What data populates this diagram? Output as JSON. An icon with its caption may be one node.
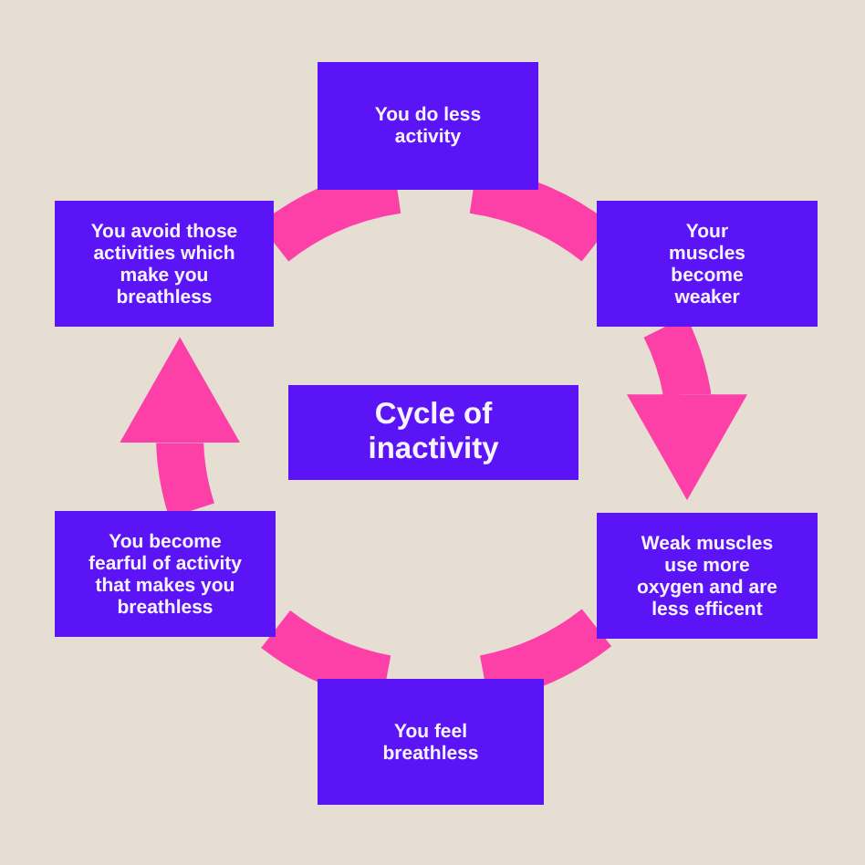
{
  "diagram": {
    "nodes": [
      {
        "text": [
          "Cycle of inactivity"
        ]
      },
      {
        "text": [
          "You do less activity"
        ]
      },
      {
        "text": [
          "Your muscles become weaker"
        ]
      },
      {
        "text": [
          "Weak muscles use more oxygen and are less efficent"
        ]
      },
      {
        "text": [
          "You feel breathless"
        ]
      },
      {
        "text": [
          "You become fearful of activity that makes you breathless"
        ]
      },
      {
        "text": [
          "You avoid those activities which make you breathless"
        ]
      }
    ],
    "edges": [
      {
        "from": 1,
        "to": 2,
        "arrow": "none"
      },
      {
        "from": 2,
        "to": 3,
        "arrow": "to"
      },
      {
        "from": 3,
        "to": 4,
        "arrow": "none"
      },
      {
        "from": 4,
        "to": 5,
        "arrow": "none"
      },
      {
        "from": 5,
        "to": 6,
        "arrow": "to"
      },
      {
        "from": 6,
        "to": 1,
        "arrow": "none"
      }
    ]
  }
}
